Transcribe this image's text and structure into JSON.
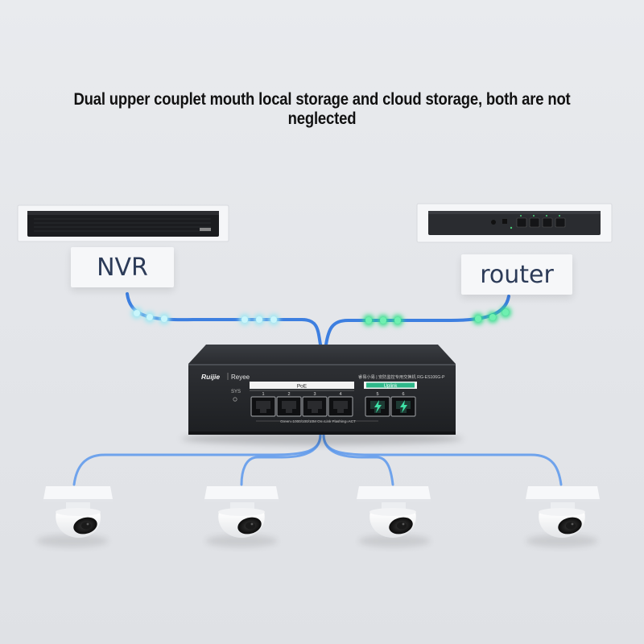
{
  "headline": "Dual upper couplet mouth local storage and cloud storage, both are not neglected",
  "devices": {
    "nvr_label": "NVR",
    "router_label": "router"
  },
  "switch": {
    "brand": "Ruijie",
    "sub_brand": "Reyee",
    "model_text": "睿易小易 | 安防监控专用交换机 RG-ES106G-P",
    "sys_label": "SYS",
    "poe_label": "PoE",
    "uplink_label": "Uplink",
    "poe_ports": [
      "1",
      "2",
      "3",
      "4"
    ],
    "uplink_ports": [
      "5",
      "6"
    ],
    "legend": "Green=1000/100/10M On=Link Flashing=ACT"
  },
  "colors": {
    "cable": "#3d7fe0",
    "nvr_signal": "#9fe7f2",
    "router_signal": "#33e08a",
    "switch_body": "#2b2d31",
    "uplink_accent": "#2fb88a"
  }
}
